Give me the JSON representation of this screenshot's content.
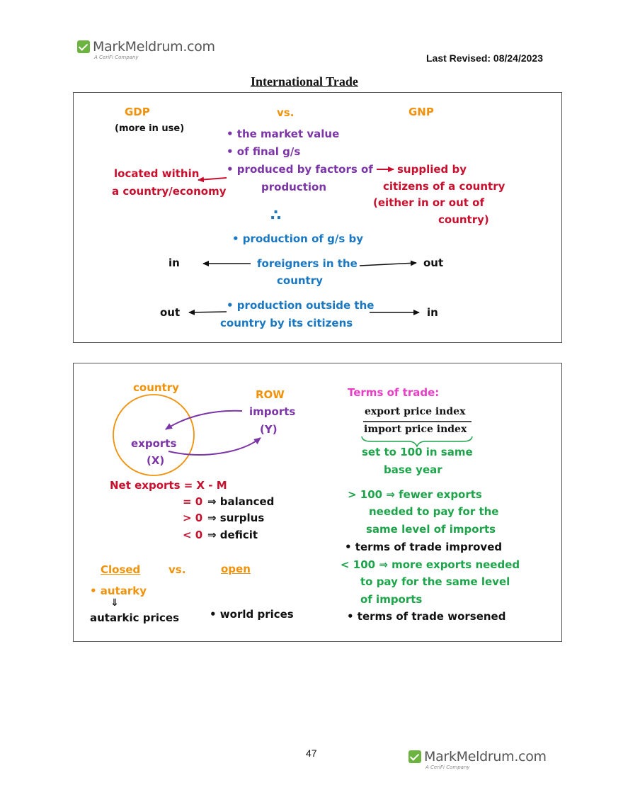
{
  "header": {
    "logo_text": "MarkMeldrum.com",
    "logo_sub": "A CeriFi Company",
    "last_revised": "Last Revised: 08/24/2023",
    "title": "International Trade"
  },
  "box1": {
    "gdp": "GDP",
    "gdp_note": "(more in use)",
    "vs": "vs.",
    "gnp": "GNP",
    "bullet1": "• the market value",
    "bullet2": "• of final g/s",
    "bullet3": "• produced by factors of",
    "bullet3b": "production",
    "located1": "located within",
    "located2": "a country/economy",
    "supplied1": "supplied by",
    "supplied2": "citizens of a country",
    "supplied3": "(either in or out of",
    "supplied4": "country)",
    "therefore": "∴",
    "prod1": "• production of g/s by",
    "foreign1": "foreigners in the",
    "foreign2": "country",
    "in1": "in",
    "out1": "out",
    "prod2": "• production outside the",
    "prod2b": "country by its citizens",
    "out2": "out",
    "in2": "in"
  },
  "box2": {
    "country": "country",
    "row": "ROW",
    "imports": "imports",
    "imports_sym": "(Y)",
    "exports": "exports",
    "exports_sym": "(X)",
    "net_exports": "Net exports = X - M",
    "eq0": "= 0",
    "balanced": "⇒ balanced",
    "gt0": "> 0",
    "surplus": "⇒ surplus",
    "lt0": "< 0",
    "deficit": "⇒ deficit",
    "closed": "Closed",
    "vs": "vs.",
    "open": "open",
    "autarky": "• autarky",
    "down_arrow": "⇓",
    "autarkic_prices": "autarkic prices",
    "world_prices": "• world prices",
    "tot_title": "Terms of trade:",
    "numerator": "export price index",
    "denominator": "import price index",
    "set100a": "set to 100 in same",
    "set100b": "base year",
    "gt100a": "> 100 ⇒ fewer exports",
    "gt100b": "needed to pay for the",
    "gt100c": "same level of imports",
    "improved": "• terms of trade improved",
    "lt100a": "< 100 ⇒ more exports needed",
    "lt100b": "to pay for the same level",
    "lt100c": "of imports",
    "worsened": "• terms of trade worsened"
  },
  "footer": {
    "page_number": "47",
    "logo_text": "MarkMeldrum.com",
    "logo_sub": "A CeriFi Company"
  },
  "colors": {
    "orange": "#f0920c",
    "purple": "#7b35a6",
    "red": "#c8102e",
    "blue": "#1a78c2",
    "magenta": "#e83ec6",
    "green": "#1ea44a",
    "logo_green": "#6cb33f"
  }
}
